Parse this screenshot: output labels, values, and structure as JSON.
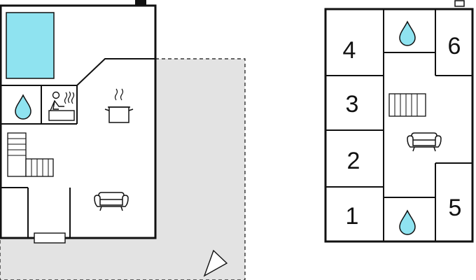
{
  "floor_plan": {
    "colors": {
      "wall": "#111111",
      "pool": "#8fe3f0",
      "water": "#8fe3f0",
      "terrace": "#e3e3e3",
      "background": "#ffffff"
    },
    "ground_floor": {
      "icons": [
        "pool-icon",
        "water-drop-icon",
        "sauna-icon",
        "stairs-icon",
        "kitchen-pot-icon",
        "sofa-icon",
        "window-icon",
        "north-arrow-icon"
      ]
    },
    "upper_floor": {
      "rooms": [
        {
          "label": "4"
        },
        {
          "label": "6"
        },
        {
          "label": "3"
        },
        {
          "label": "2"
        },
        {
          "label": "1"
        },
        {
          "label": "5"
        }
      ],
      "icons": [
        "water-drop-icon",
        "stairs-icon",
        "sofa-icon",
        "water-drop-icon"
      ]
    }
  }
}
